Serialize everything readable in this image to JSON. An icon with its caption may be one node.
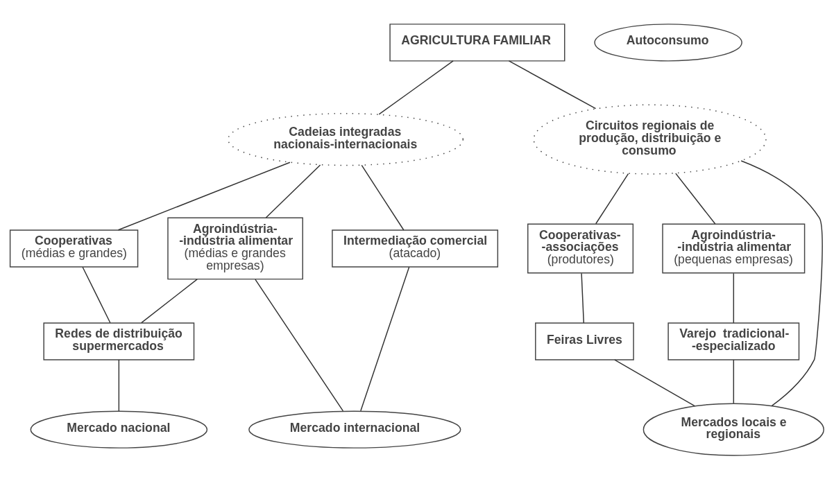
{
  "diagram": {
    "nodes": [
      {
        "text": [
          "AGRICULTURA FAMILIAR"
        ]
      },
      {
        "text": [
          "Autoconsumo"
        ]
      },
      {
        "text": [
          "Cadeias integradas nacionais-internacionais"
        ]
      },
      {
        "text": [
          "Circuitos regionais de produção, distribuição e consumo"
        ]
      },
      {
        "text": [
          "Cooperativas",
          "(médias e grandes)"
        ]
      },
      {
        "text": [
          "Agroindústria- -indústria alimentar",
          "(médias e grandes empresas)"
        ]
      },
      {
        "text": [
          "Intermediação comercial",
          "(atacado)"
        ]
      },
      {
        "text": [
          "Cooperativas- -associações",
          "(produtores)"
        ]
      },
      {
        "text": [
          "Agroindústria- -indústria alimentar",
          "(pequenas empresas)"
        ]
      },
      {
        "text": [
          "Redes de distribuição supermercados"
        ]
      },
      {
        "text": [
          "Varejo  tradicional- -especializado"
        ]
      },
      {
        "text": [
          "Feiras Livres"
        ]
      },
      {
        "text": [
          "Mercado internacional"
        ]
      },
      {
        "text": [
          "Mercado nacional"
        ]
      },
      {
        "text": [
          "Mercados locais e regionais"
        ]
      }
    ],
    "edges": [
      {
        "from": 0,
        "to": 2,
        "arrow": "none"
      },
      {
        "from": 0,
        "to": 3,
        "arrow": "none"
      },
      {
        "from": 2,
        "to": 4,
        "arrow": "none"
      },
      {
        "from": 2,
        "to": 5,
        "arrow": "none"
      },
      {
        "from": 2,
        "to": 6,
        "arrow": "none"
      },
      {
        "from": 3,
        "to": 7,
        "arrow": "none"
      },
      {
        "from": 3,
        "to": 8,
        "arrow": "none"
      },
      {
        "from": 3,
        "to": 14,
        "arrow": "none"
      },
      {
        "from": 4,
        "to": 9,
        "arrow": "none"
      },
      {
        "from": 5,
        "to": 9,
        "arrow": "none"
      },
      {
        "from": 5,
        "to": 12,
        "arrow": "none"
      },
      {
        "from": 6,
        "to": 12,
        "arrow": "none"
      },
      {
        "from": 9,
        "to": 13,
        "arrow": "none"
      },
      {
        "from": 7,
        "to": 11,
        "arrow": "none"
      },
      {
        "from": 8,
        "to": 10,
        "arrow": "none"
      },
      {
        "from": 10,
        "to": 14,
        "arrow": "none"
      },
      {
        "from": 11,
        "to": 14,
        "arrow": "none"
      }
    ]
  }
}
